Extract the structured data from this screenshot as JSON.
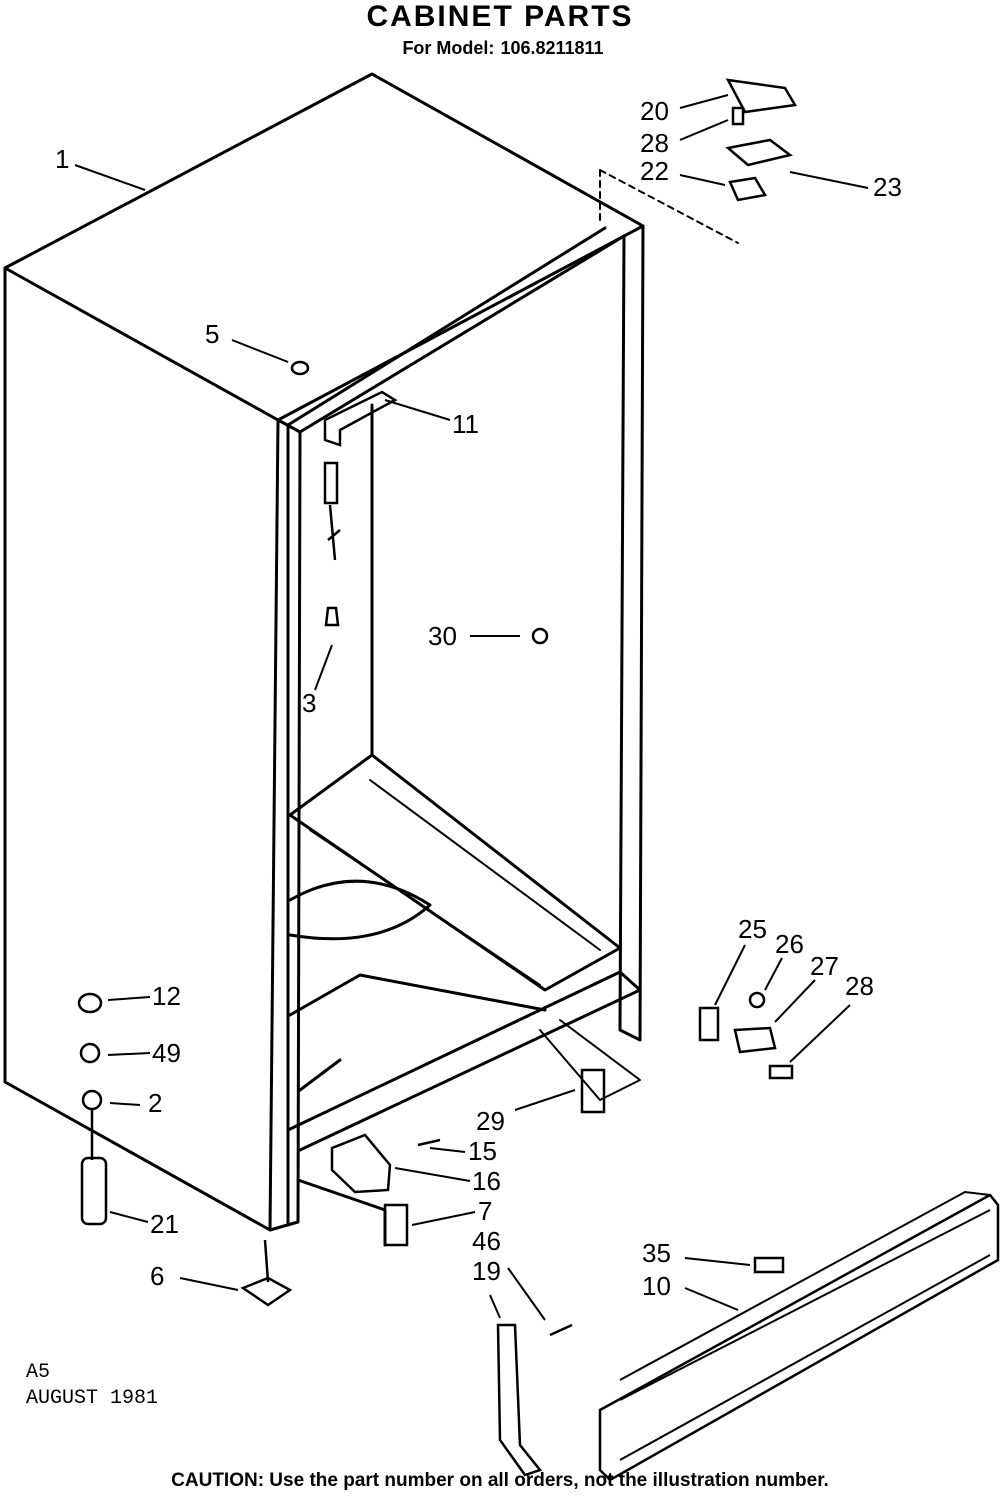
{
  "header": {
    "title": "CABINET PARTS",
    "model_label": "For Model:",
    "model_number": "106.8211811"
  },
  "callouts": [
    "1",
    "5",
    "11",
    "3",
    "30",
    "20",
    "28",
    "22",
    "23",
    "12",
    "49",
    "2",
    "21",
    "6",
    "15",
    "16",
    "7",
    "29",
    "25",
    "26",
    "27",
    "28",
    "46",
    "19",
    "35",
    "10"
  ],
  "footer": {
    "rev_code": "A5",
    "rev_date": "AUGUST 1981",
    "caution": "CAUTION: Use the part number on all orders, not the illustration number."
  }
}
